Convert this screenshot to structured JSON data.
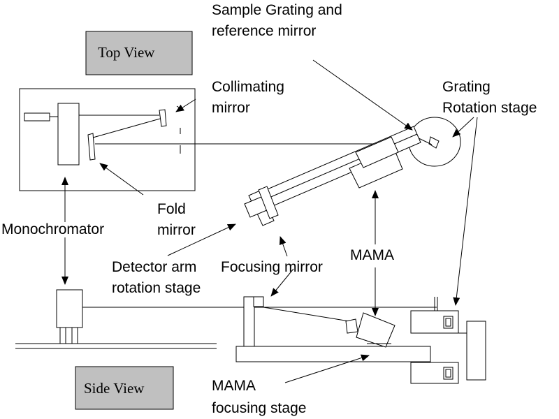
{
  "view_labels": {
    "top_view": "Top View",
    "side_view": "Side View"
  },
  "labels": {
    "sample_grating_1": "Sample Grating and",
    "sample_grating_2": "reference mirror",
    "collimating_1": "Collimating",
    "collimating_2": "mirror",
    "grating_rot_1": "Grating",
    "grating_rot_2": "Rotation stage",
    "fold_1": "Fold",
    "fold_2": "mirror",
    "monochromator": "Monochromator",
    "detector_arm_1": "Detector arm",
    "detector_arm_2": "rotation stage",
    "focusing_mirror": "Focusing mirror",
    "mama": "MAMA",
    "mama_focusing_1": "MAMA",
    "mama_focusing_2": "focusing stage"
  },
  "colors": {
    "view_box_fill": "#c0c0c0",
    "line": "#000000",
    "background": "#ffffff"
  }
}
